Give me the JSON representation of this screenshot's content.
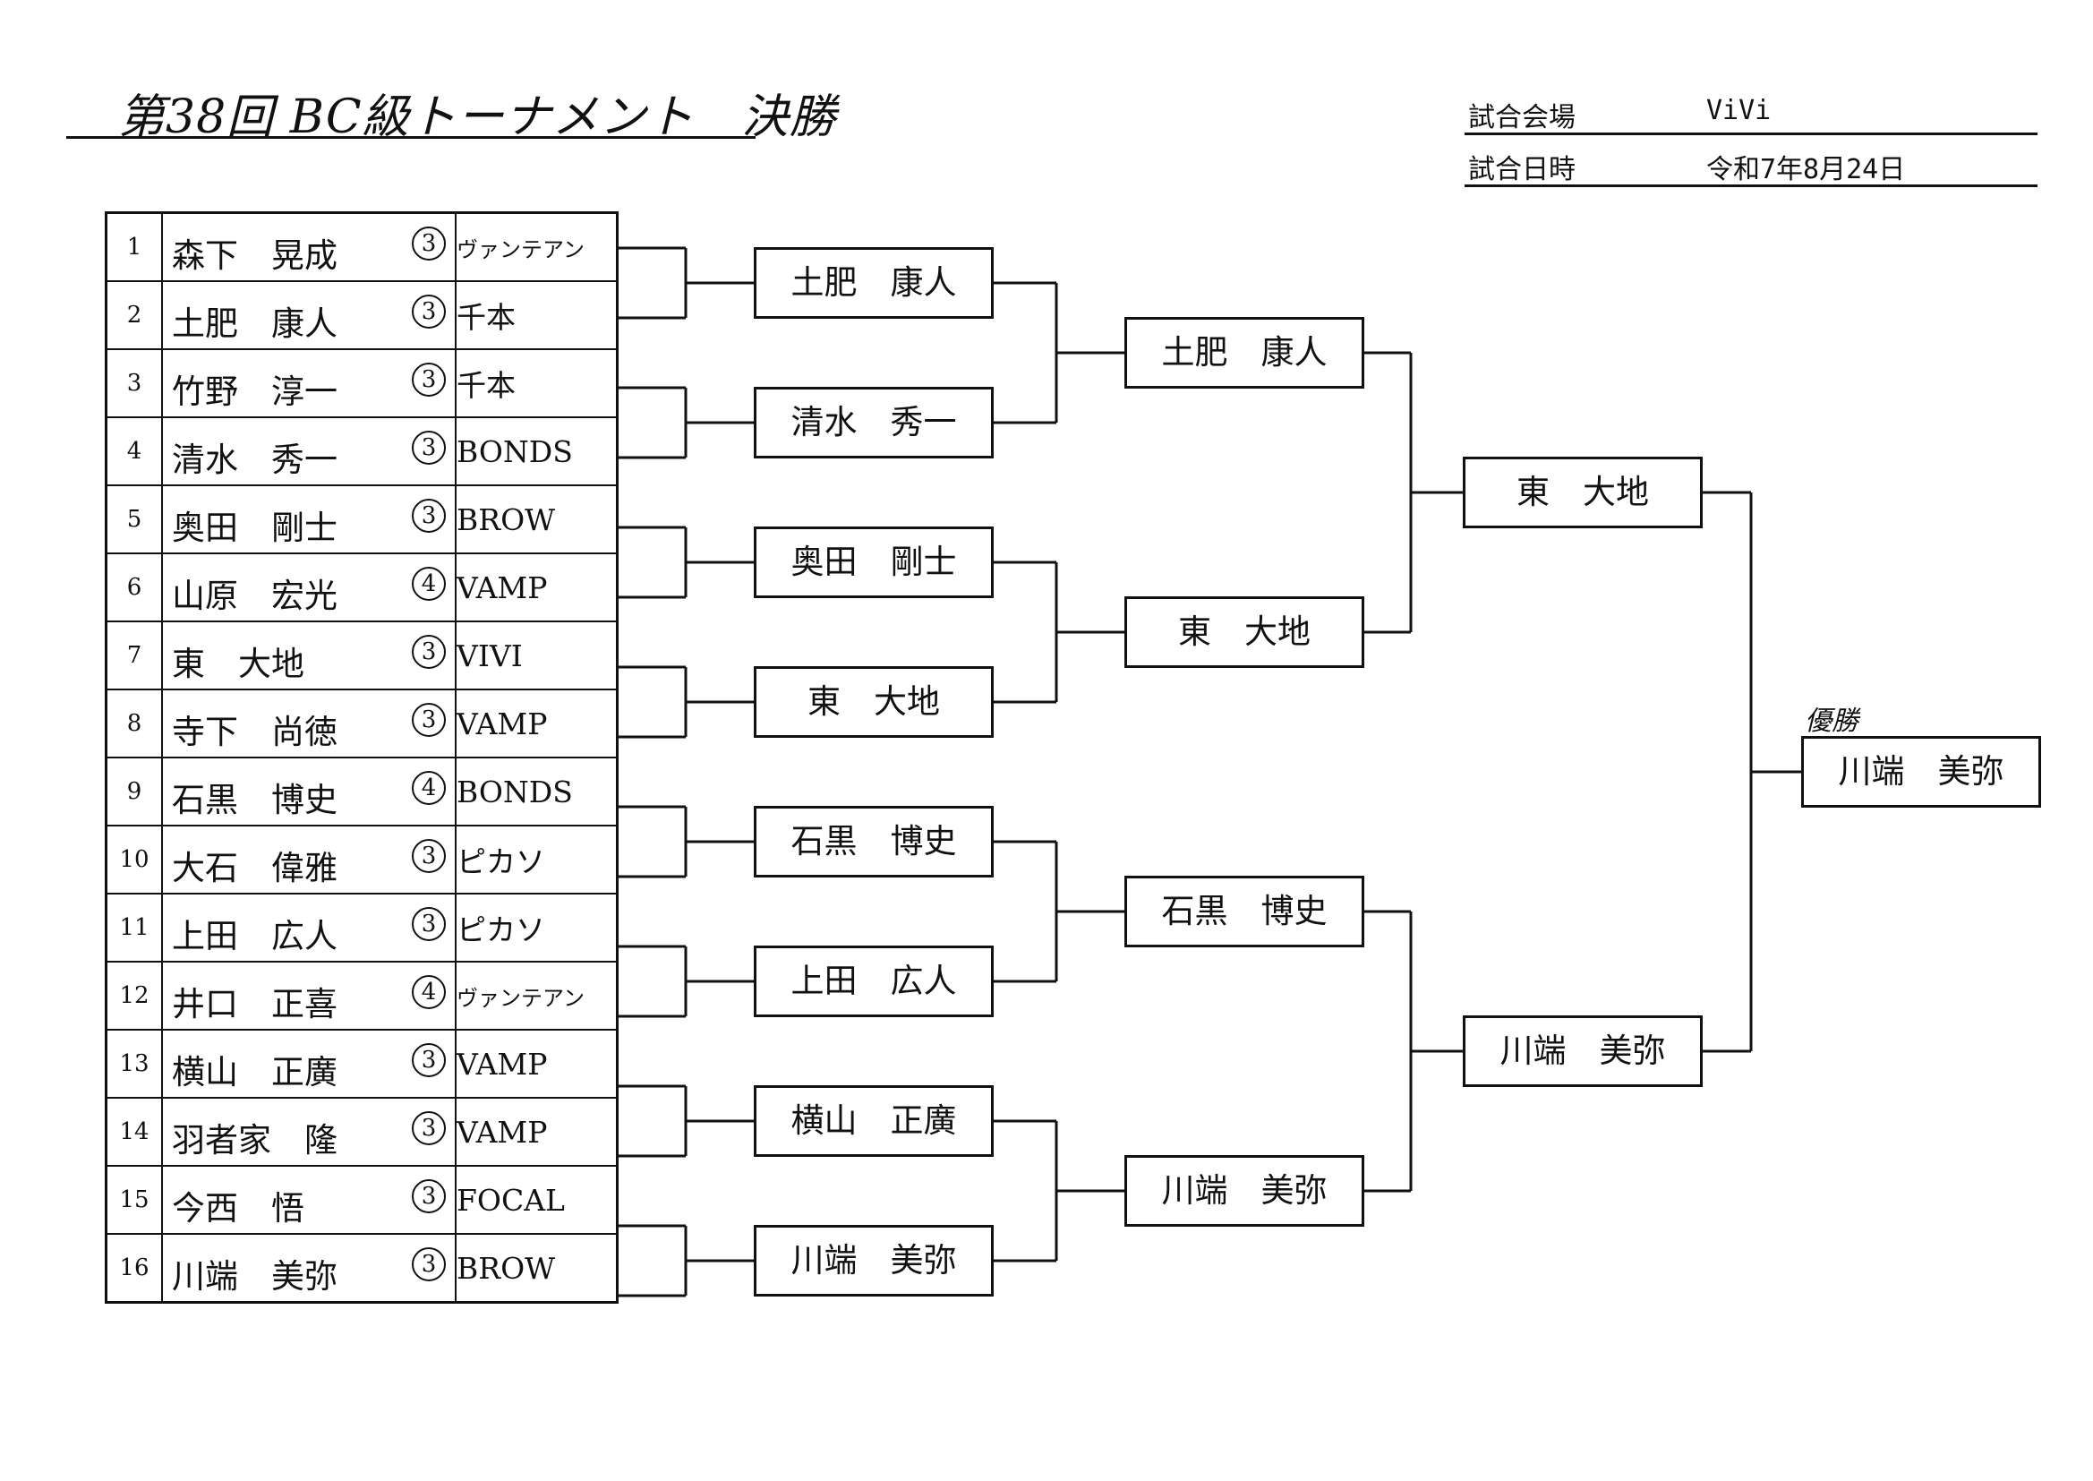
{
  "title": "第38回 BC級トーナメント　決勝",
  "venue": {
    "label": "試合会場",
    "value": "ViVi"
  },
  "date": {
    "label": "試合日時",
    "value": "令和7年8月24日"
  },
  "players": [
    {
      "no": "1",
      "name": "森下　晃成",
      "grade": "3",
      "team": "ヴァンテアン"
    },
    {
      "no": "2",
      "name": "土肥　康人",
      "grade": "3",
      "team": "千本"
    },
    {
      "no": "3",
      "name": "竹野　淳一",
      "grade": "3",
      "team": "千本"
    },
    {
      "no": "4",
      "name": "清水　秀一",
      "grade": "3",
      "team": "BONDS"
    },
    {
      "no": "5",
      "name": "奥田　剛士",
      "grade": "3",
      "team": "BROW"
    },
    {
      "no": "6",
      "name": "山原　宏光",
      "grade": "4",
      "team": "VAMP"
    },
    {
      "no": "7",
      "name": "東　大地",
      "grade": "3",
      "team": "VIVI"
    },
    {
      "no": "8",
      "name": "寺下　尚徳",
      "grade": "3",
      "team": "VAMP"
    },
    {
      "no": "9",
      "name": "石黒　博史",
      "grade": "4",
      "team": "BONDS"
    },
    {
      "no": "10",
      "name": "大石　偉雅",
      "grade": "3",
      "team": "ピカソ"
    },
    {
      "no": "11",
      "name": "上田　広人",
      "grade": "3",
      "team": "ピカソ"
    },
    {
      "no": "12",
      "name": "井口　正喜",
      "grade": "4",
      "team": "ヴァンテアン"
    },
    {
      "no": "13",
      "name": "横山　正廣",
      "grade": "3",
      "team": "VAMP"
    },
    {
      "no": "14",
      "name": "羽者家　隆",
      "grade": "3",
      "team": "VAMP"
    },
    {
      "no": "15",
      "name": "今西　悟",
      "grade": "3",
      "team": "FOCAL"
    },
    {
      "no": "16",
      "name": "川端　美弥",
      "grade": "3",
      "team": "BROW"
    }
  ],
  "round1": [
    "土肥　康人",
    "清水　秀一",
    "奥田　剛士",
    "東　大地",
    "石黒　博史",
    "上田　広人",
    "横山　正廣",
    "川端　美弥"
  ],
  "round2": [
    "土肥　康人",
    "東　大地",
    "石黒　博史",
    "川端　美弥"
  ],
  "round3": [
    "東　大地",
    "川端　美弥"
  ],
  "champion_label": "優勝",
  "champion": "川端　美弥"
}
